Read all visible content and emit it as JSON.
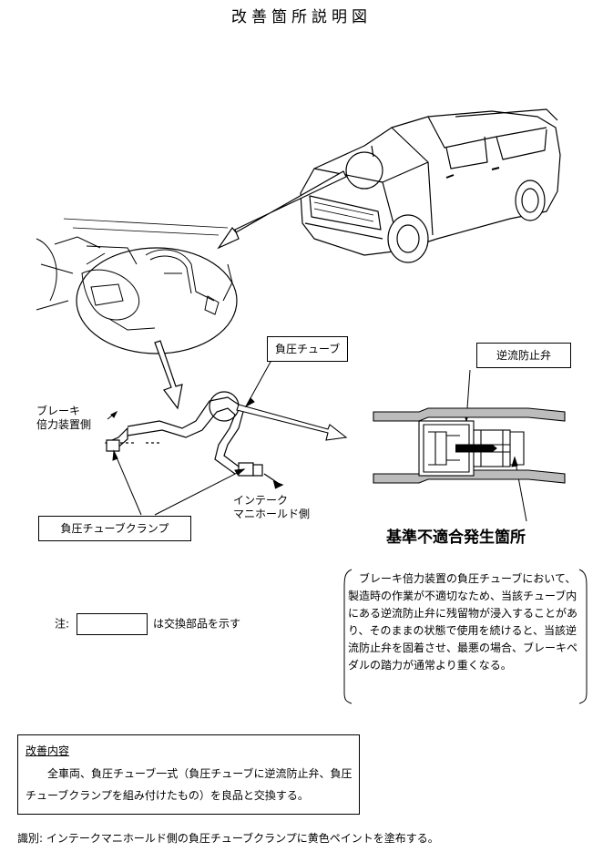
{
  "title": "改善箇所説明図",
  "labels": {
    "vacuum_tube": "負圧チューブ",
    "check_valve": "逆流防止弁",
    "brake_side": "ブレーキ\n倍力装置側",
    "intake_side": "インテーク\nマニホールド側",
    "tube_clamp": "負圧チューブクランプ",
    "defect_location": "基準不適合発生箇所"
  },
  "description": "ブレーキ倍力装置の負圧チューブにおいて、製造時の作業が不適切なため、当該チューブ内にある逆流防止弁に残留物が浸入することがあり、そのままの状態で使用を続けると、当該逆流防止弁を固着させ、最悪の場合、ブレーキペダルの踏力が通常より重くなる。",
  "note": {
    "prefix": "注:",
    "suffix": "は交換部品を示す"
  },
  "improvement": {
    "heading": "改善内容",
    "body": "全車両、負圧チューブ一式（負圧チューブに逆流防止弁、負圧チューブクランプを組み付けたもの）を良品と交換する。"
  },
  "identification": "識別: インテークマニホールド側の負圧チューブクランプに黄色ペイントを塗布する。"
}
